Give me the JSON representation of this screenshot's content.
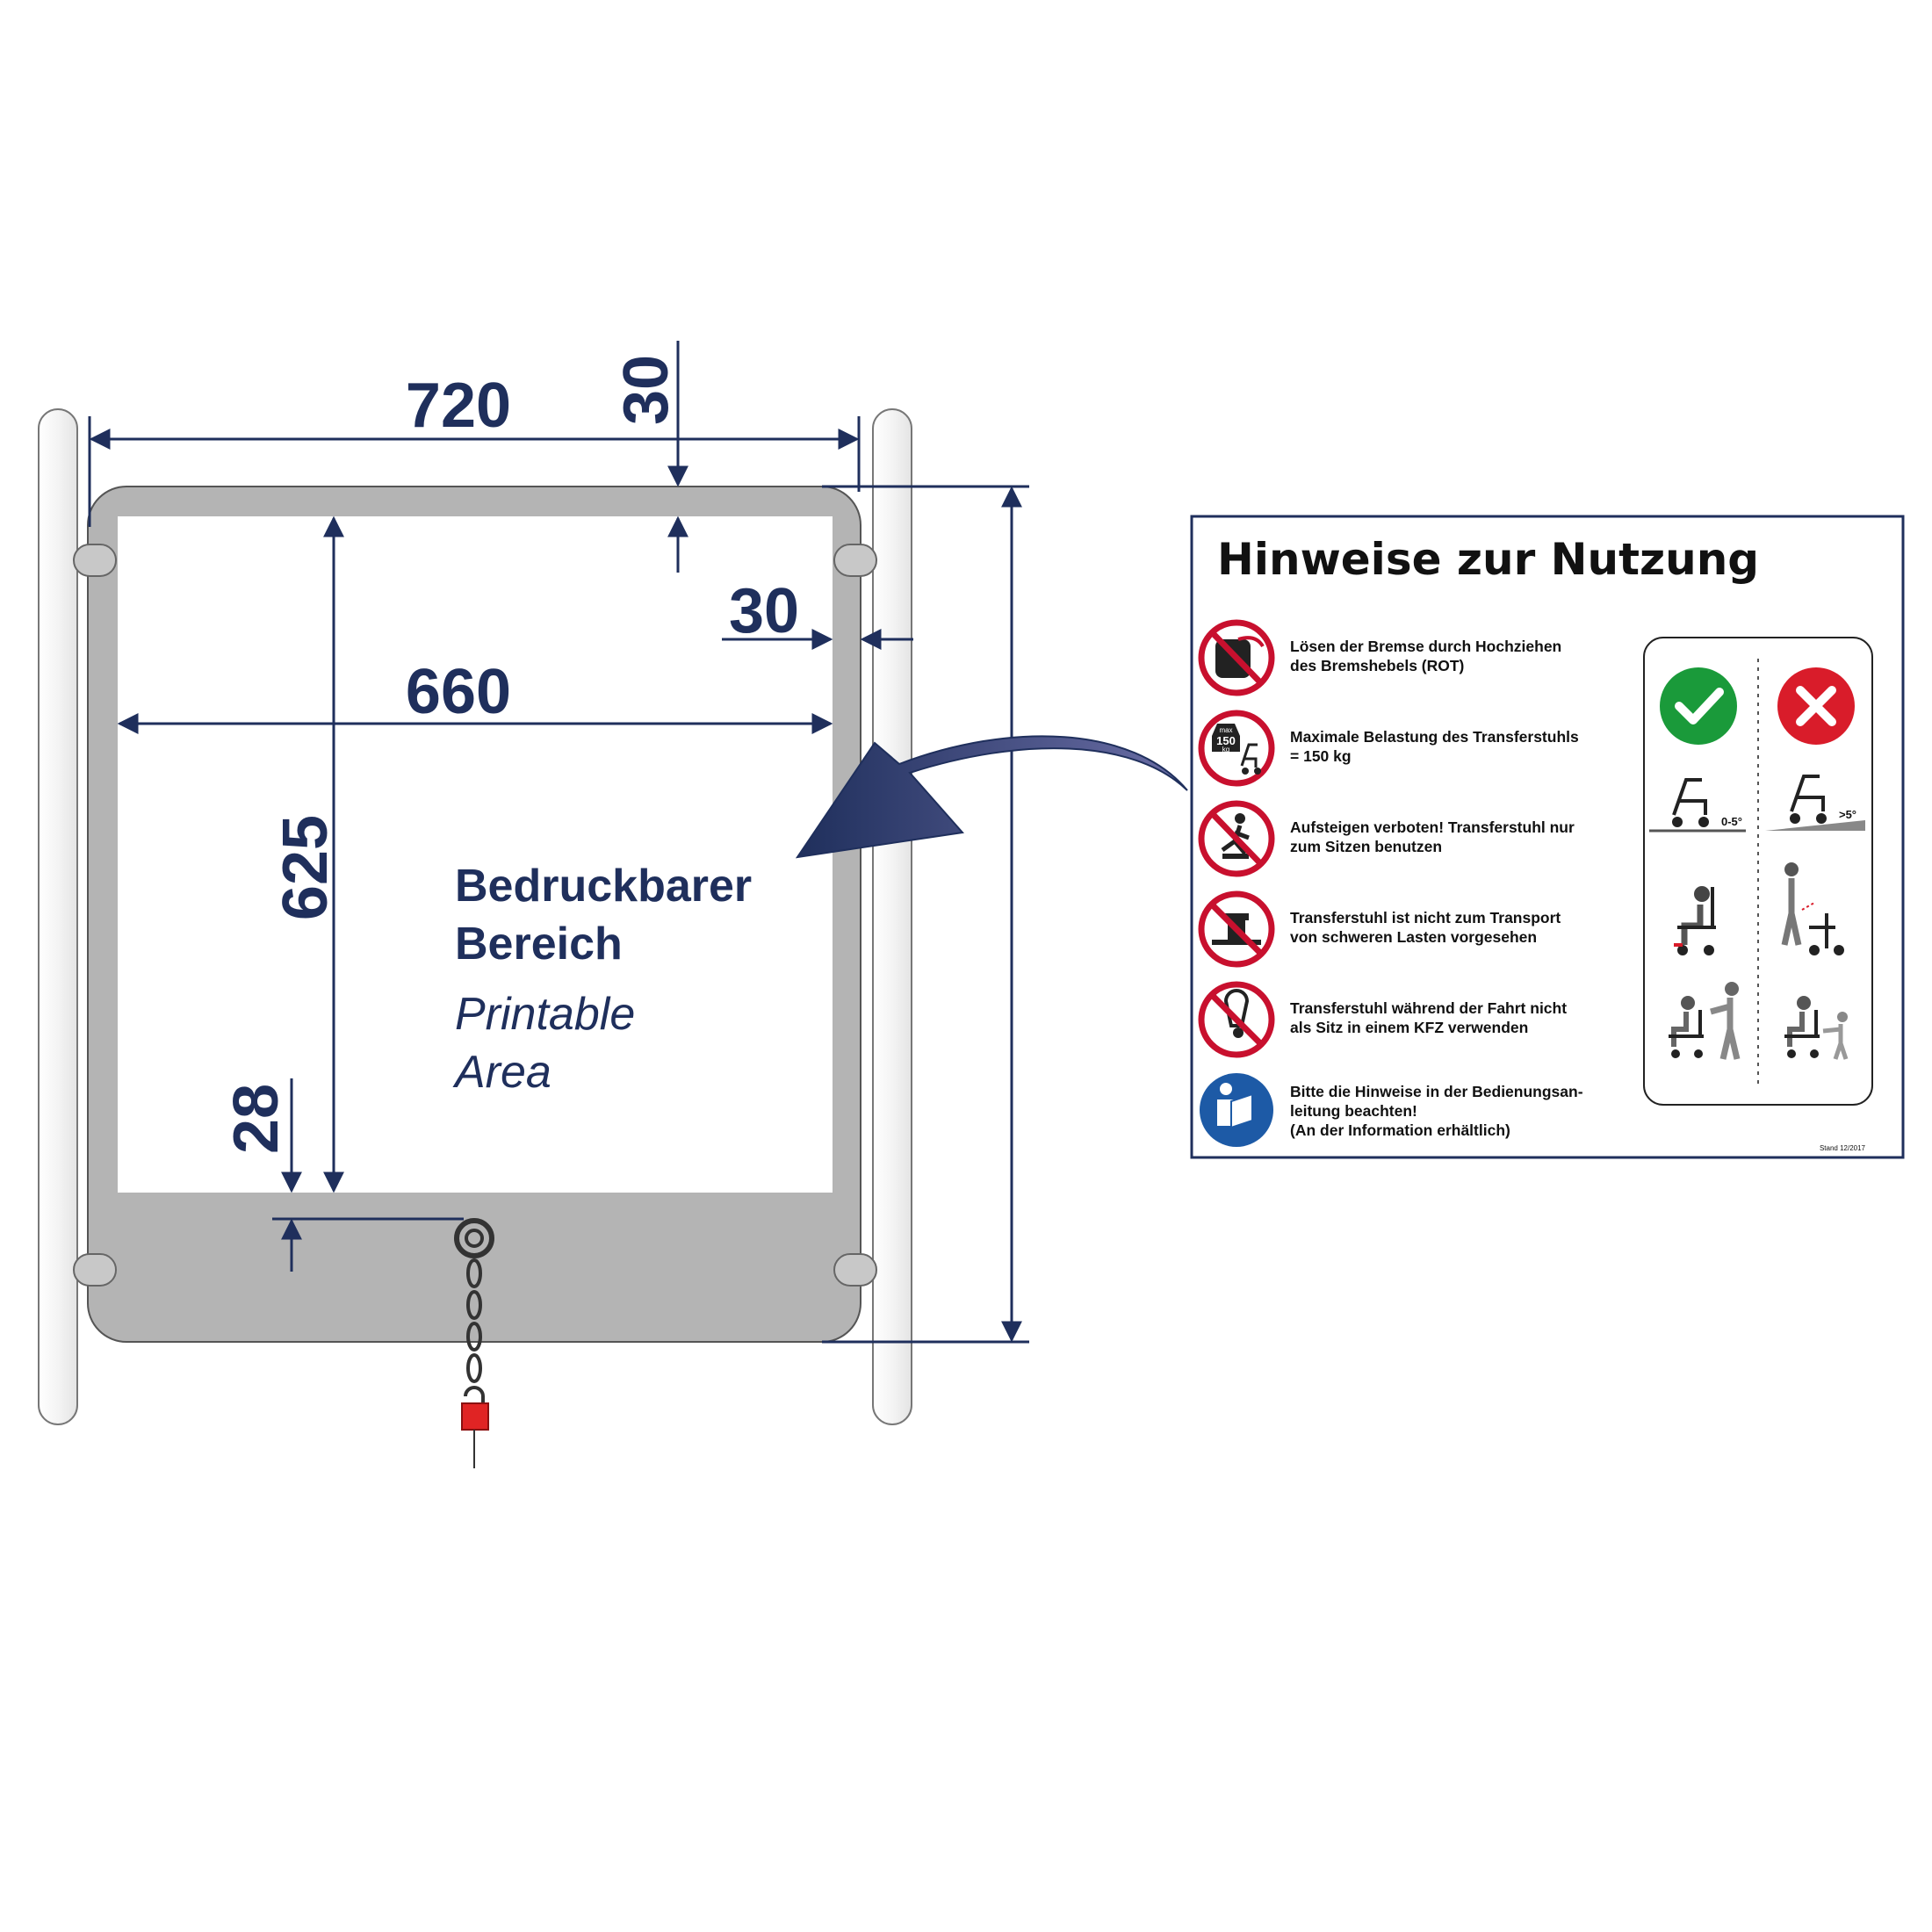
{
  "dimensions": {
    "total_width": "720",
    "inner_width": "660",
    "top_margin": "30",
    "side_margin": "30",
    "inner_height": "625",
    "bottom_offset": "28"
  },
  "printable_area": {
    "label_de_line1": "Bedruckbarer",
    "label_de_line2": "Bereich",
    "label_en_line1": "Printable",
    "label_en_line2": "Area"
  },
  "sign": {
    "title": "Hinweise zur Nutzung",
    "items": [
      {
        "icon": "brake-lever-prohibited-icon",
        "line1": "Lösen der Bremse durch Hochziehen",
        "line2": "des Bremshebels (ROT)",
        "line3": ""
      },
      {
        "icon": "max-load-prohibited-icon",
        "line1": "Maximale Belastung des Transferstuhls",
        "line2": "= 150 kg",
        "line3": ""
      },
      {
        "icon": "no-climbing-icon",
        "line1": "Aufsteigen verboten! Transferstuhl nur",
        "line2": "zum Sitzen benutzen",
        "line3": ""
      },
      {
        "icon": "no-heavy-loads-icon",
        "line1": "Transferstuhl ist nicht zum Transport",
        "line2": "von schweren Lasten vorgesehen",
        "line3": ""
      },
      {
        "icon": "no-vehicle-seat-icon",
        "line1": "Transferstuhl während der Fahrt nicht",
        "line2": "als Sitz in einem KFZ verwenden",
        "line3": ""
      },
      {
        "icon": "read-manual-icon",
        "line1": "Bitte die Hinweise in der Bedienungsan-",
        "line2": "leitung beachten!",
        "line3": "(An der Information erhältlich)"
      }
    ],
    "weight_icon_text": {
      "max": "max",
      "value": "150",
      "unit": "kg"
    },
    "slope_ok": "0-5°",
    "slope_bad": ">5°",
    "footer": "Stand 12/2017",
    "colors": {
      "ok": "#1a9a3a",
      "bad": "#d91c2a",
      "mandatory_blue": "#1d5aa6",
      "dimension_navy": "#1f2f5c"
    }
  }
}
